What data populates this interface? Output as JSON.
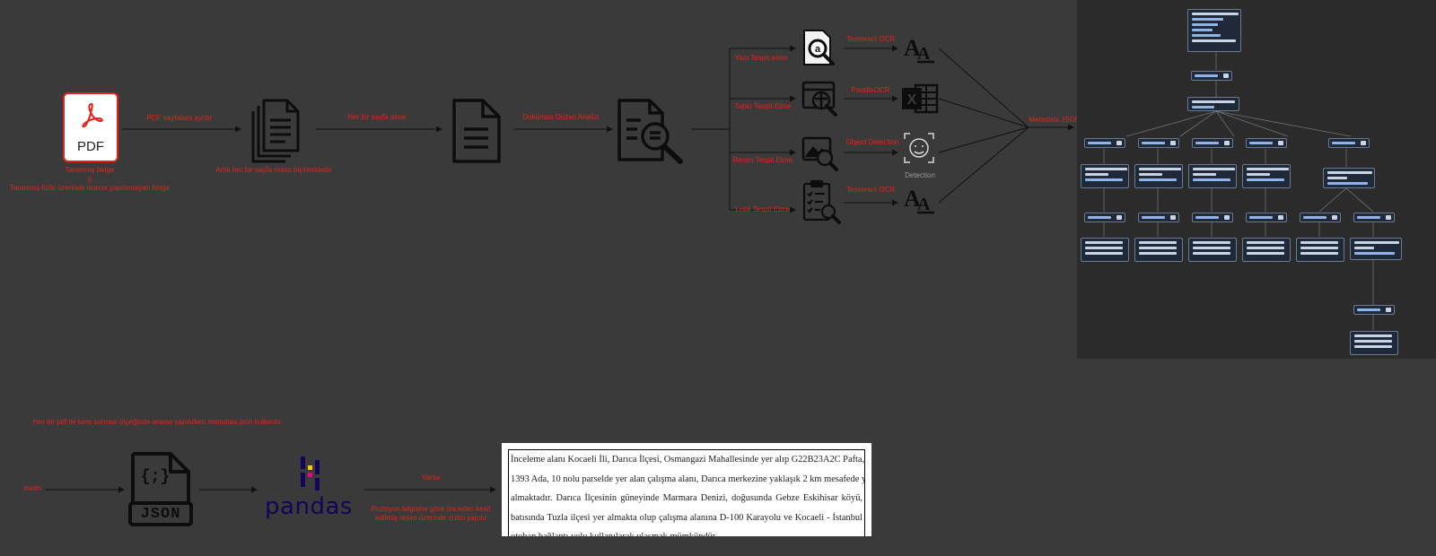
{
  "colors": {
    "background": "#3a3a3a",
    "label_red": "#e8201a",
    "arrow": "#111111",
    "icon": "#0d0d0d"
  },
  "pipeline": {
    "pdf_icon_text": "PDF",
    "pdf_caption_line1": "Taranmış belge",
    "pdf_caption_line2": "||",
    "pdf_caption_line3": "Taranmış fiziki üzerinde arama yapılamayan belge",
    "step1_label": "PDF sayfalara ayrılır",
    "pages_caption": "Artık her bir sayfa resim biçimindedir",
    "step2_label": "Her bir sayfa alınır",
    "step3_label": "Doküman Düzen Analizi",
    "branches": [
      {
        "label": "Yazı Tespit etme",
        "tool": "Tesseract OCR",
        "icon": "text-search-icon",
        "out_icon": "font-icon"
      },
      {
        "label": "Tablo Tespit Etme",
        "tool": "PaddleOCR",
        "icon": "table-search-icon",
        "out_icon": "excel-icon"
      },
      {
        "label": "Resim Tespit Etme",
        "tool": "Object Detection",
        "icon": "image-search-icon",
        "out_icon": "detection-icon"
      },
      {
        "label": "Liste Tespit Etme",
        "tool": "Tesseract OCR",
        "icon": "list-search-icon",
        "out_icon": "font-icon"
      }
    ],
    "detection_caption": "Detection",
    "merge_label": "Metadata JSON"
  },
  "bottom": {
    "header": "Her bir pdf ile kere sonrası ölçeğinde arama yapılırken metadata json kullanılır",
    "input_label": "metin",
    "json_text": "JSON",
    "json_braces": "{;}",
    "pandas_text": "pandas",
    "step_label": "Varsa",
    "step_caption_line1": "Pozisyon bilgisine göre önceden kesit",
    "step_caption_line2": "edilmiş resim üzerinde çizim yapılır",
    "doc_lines": [
      "İnceleme alanı Kocaeli İli, Darıca İlçesi, Osmangazi Mahallesinde yer alıp G22B23A2C Pafta,",
      "1393 Ada, 10 nolu parselde yer alan çalışma alanı, Darıca merkezine yaklaşık 2 km mesafede yer",
      "almaktadır. Darıca İlçesinin güneyinde Marmara Denizi, doğusunda Gebze Eskihisar köyü,",
      "batısında Tuzla ilçesi yer almakta olup çalışma alanına D-100 Karayolu ve Kocaeli - İstanbul",
      "otoban bağlantı yolu kullanılarak ulaşmak mümkündür."
    ]
  }
}
